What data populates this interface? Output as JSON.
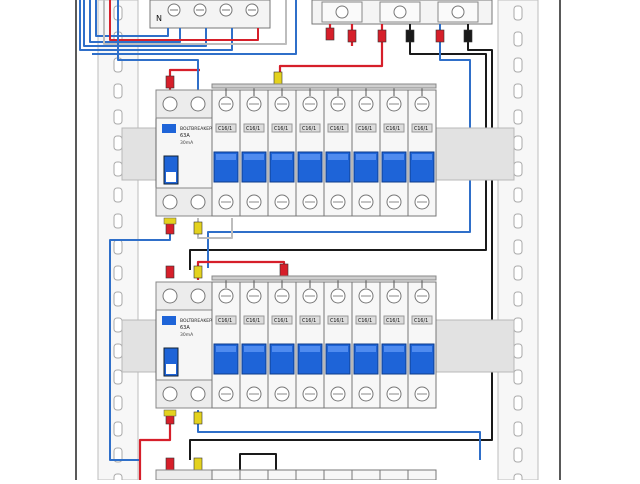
{
  "panel": {
    "neutral_bar_label": "N",
    "rows": [
      {
        "rcd": {
          "brand": "BOLTBREAKER",
          "rating": "63A",
          "sub": "30mA"
        },
        "breakers": [
          {
            "label": "C16/1"
          },
          {
            "label": "C16/1"
          },
          {
            "label": "C16/1"
          },
          {
            "label": "C16/1"
          },
          {
            "label": "C16/1"
          },
          {
            "label": "C16/1"
          },
          {
            "label": "C16/1"
          },
          {
            "label": "C16/1"
          }
        ]
      },
      {
        "rcd": {
          "brand": "BOLTBREAKER",
          "rating": "63A",
          "sub": "30mA"
        },
        "breakers": [
          {
            "label": "C16/1"
          },
          {
            "label": "C16/1"
          },
          {
            "label": "C16/1"
          },
          {
            "label": "C16/1"
          },
          {
            "label": "C16/1"
          },
          {
            "label": "C16/1"
          },
          {
            "label": "C16/1"
          },
          {
            "label": "C16/1"
          }
        ]
      }
    ]
  },
  "colors": {
    "breaker_blue": "#1e64d8",
    "wire_blue": "#2f6fc9",
    "wire_red": "#d61f2a",
    "wire_black": "#1a1a1a",
    "wire_grey": "#bdbdbd",
    "ferrule_yellow": "#e4d21e",
    "din_rail": "#e2e2e2"
  }
}
